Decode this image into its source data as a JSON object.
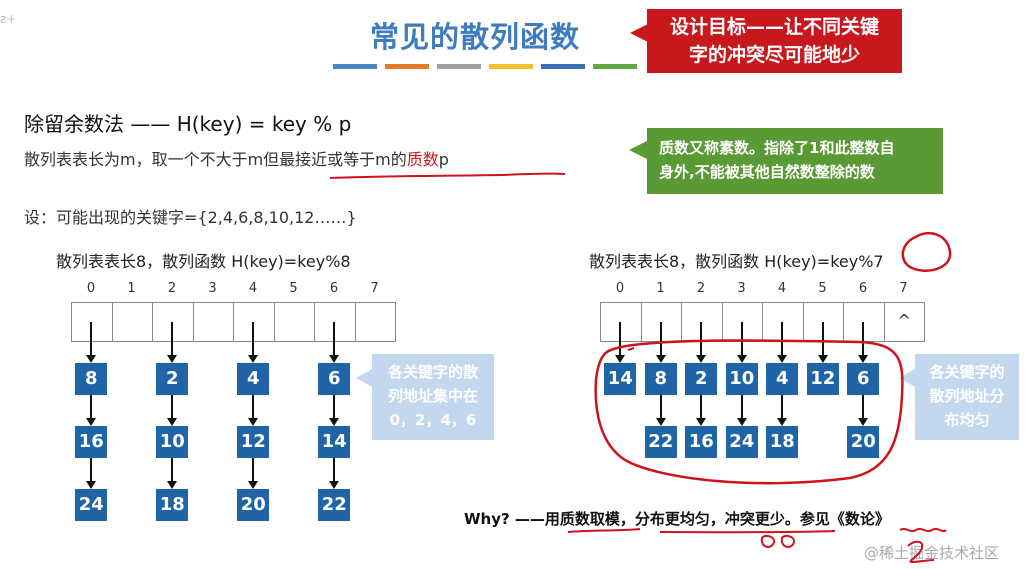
{
  "title": "常见的散列函数",
  "corner_mark": "ƨ+",
  "goal_callout": [
    "设计目标——让不同关键",
    "字的冲突尽可能地少"
  ],
  "colorbar": [
    "#4a86c5",
    "#e07b2c",
    "#9e9e9e",
    "#f2c12e",
    "#3c6fb4",
    "#62a845"
  ],
  "method": {
    "heading": "除留余数法 —— H(key) = key % p",
    "desc_prefix": "散列表表长为m，取一个不大于m但最接近或等于m的",
    "desc_red": "质数",
    "desc_suffix": "p"
  },
  "prime_callout": [
    "质数又称素数。指除了1和此整数自",
    "身外,不能被其他自然数整除的数"
  ],
  "keys_line": "设：可能出现的关键字={2,4,6,8,10,12……}",
  "left_example": {
    "caption": "散列表表长8，散列函数 H(key)=key%8",
    "indices": [
      "0",
      "1",
      "2",
      "3",
      "4",
      "5",
      "6",
      "7"
    ],
    "cells": [
      "",
      "",
      "",
      "",
      "",
      "",
      "",
      ""
    ],
    "chains": [
      {
        "slot": 0,
        "nodes": [
          "8",
          "16",
          "24"
        ]
      },
      {
        "slot": 2,
        "nodes": [
          "2",
          "10",
          "18"
        ]
      },
      {
        "slot": 4,
        "nodes": [
          "4",
          "12",
          "20"
        ]
      },
      {
        "slot": 6,
        "nodes": [
          "6",
          "14",
          "22"
        ]
      }
    ],
    "note": [
      "各关键字的散",
      "列地址集中在",
      "0，2，4，6"
    ]
  },
  "right_example": {
    "caption": "散列表表长8，散列函数 H(key)=key%7",
    "indices": [
      "0",
      "1",
      "2",
      "3",
      "4",
      "5",
      "6",
      "7"
    ],
    "cells": [
      "",
      "",
      "",
      "",
      "",
      "",
      "",
      "^"
    ],
    "chains": [
      {
        "slot": 0,
        "nodes": [
          "14"
        ]
      },
      {
        "slot": 1,
        "nodes": [
          "8",
          "22"
        ]
      },
      {
        "slot": 2,
        "nodes": [
          "2",
          "16"
        ]
      },
      {
        "slot": 3,
        "nodes": [
          "10",
          "24"
        ]
      },
      {
        "slot": 4,
        "nodes": [
          "4",
          "18"
        ]
      },
      {
        "slot": 5,
        "nodes": [
          "12"
        ]
      },
      {
        "slot": 6,
        "nodes": [
          "6",
          "20"
        ]
      }
    ],
    "note": [
      "各关键字的",
      "散列地址分",
      "布均匀"
    ]
  },
  "why_line": "Why? ——用质数取模，分布更均匀，冲突更少。参见《数论》",
  "watermark": "@稀土掘金技术社区",
  "colors": {
    "title": "#3d7cc0",
    "red": "#c8171d",
    "green": "#5a9a35",
    "node": "#1f64a6",
    "note_bg": "#c3d8ee",
    "ink": "#d0121b"
  }
}
